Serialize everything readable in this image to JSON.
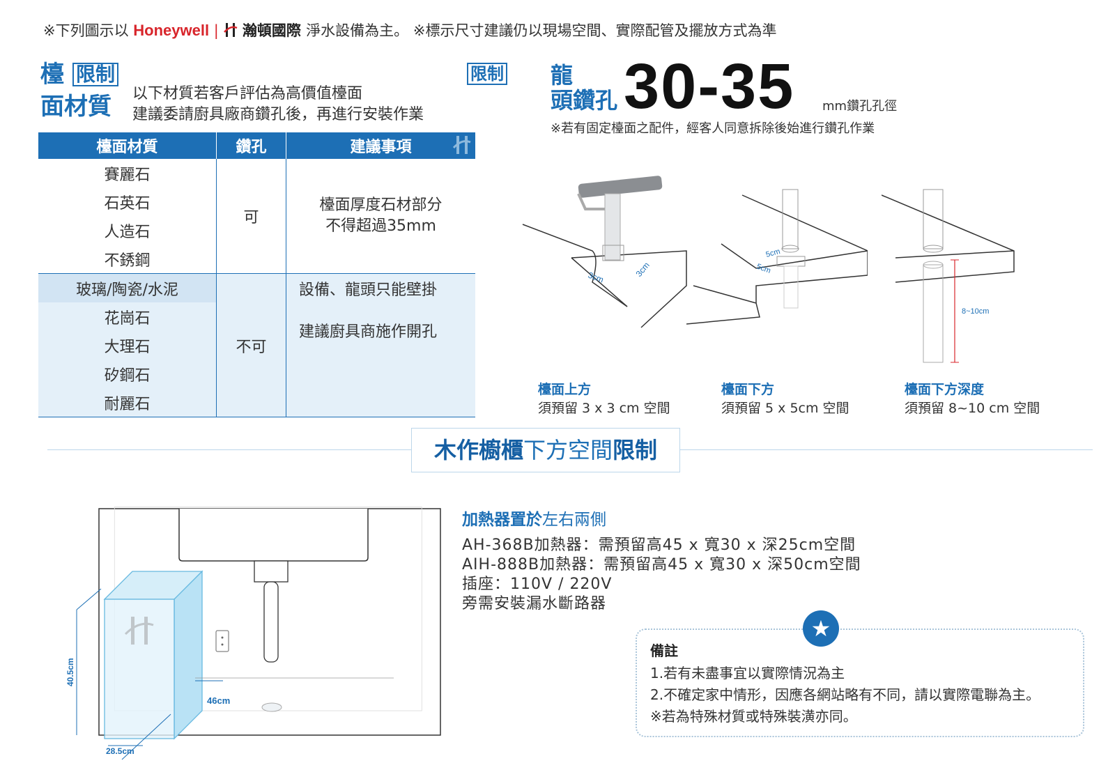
{
  "header": {
    "prefix": "※下列圖示以",
    "brand_honeywell": "Honeywell",
    "brand_hd": "瀚頓國際",
    "suffix": "淨水設備為主。 ※標示尺寸建議仍以現場空間、實際配管及擺放方式為準"
  },
  "counter": {
    "title_char1": "檯",
    "title_badge": "限制",
    "title_line2": "面材質",
    "desc_line1": "以下材質若客戶評估為高價值檯面",
    "desc_line2": "建議委請廚具廠商鑽孔後，再進行安裝作業",
    "right_badge": "限制",
    "table": {
      "headers": [
        "檯面材質",
        "鑽孔",
        "建議事項"
      ],
      "group_yes": {
        "materials": [
          "賽麗石",
          "石英石",
          "人造石",
          "不銹鋼"
        ],
        "drill": "可",
        "advice_line1": "檯面厚度石材部分",
        "advice_line2": "不得超過35mm"
      },
      "group_no": {
        "materials": [
          "玻璃/陶瓷/水泥",
          "花崗石",
          "大理石",
          "矽鋼石",
          "耐麗石"
        ],
        "drill": "不可",
        "advice_a": "設備、龍頭只能壁掛",
        "advice_b": "建議廚具商施作開孔"
      }
    }
  },
  "faucet": {
    "char1": "龍",
    "char2": "頭鑽孔",
    "range": "30-35",
    "unit": "mm鑽孔孔徑",
    "note": "※若有固定檯面之配件，經客人同意拆除後始進行鑽孔作業",
    "dim_3cm": "3cm",
    "dim_5cm": "5cm",
    "dim_depth": "8~10cm",
    "captions": [
      {
        "title": "檯面上方",
        "sub": "須預留 3 x 3 cm 空間"
      },
      {
        "title": "檯面下方",
        "sub": "須預留 5 x 5cm 空間"
      },
      {
        "title": "檯面下方深度",
        "sub": "須預留 8~10 cm 空間"
      }
    ]
  },
  "cabinet": {
    "banner_part1": "木作櫥櫃",
    "banner_part2": "下方空間",
    "banner_part3": "限制",
    "dim_height": "40.5cm",
    "dim_depth": "46cm",
    "dim_width": "28.5cm",
    "heater_title_bold": "加熱器置於",
    "heater_title_light": "左右兩側",
    "specs": [
      "AH-368B加熱器：需預留高45 x 寬30 x 深25cm空間",
      "AIH-888B加熱器：需預留高45 x 寬30 x 深50cm空間",
      "插座：110V / 220V",
      "旁需安裝漏水斷路器"
    ]
  },
  "notes": {
    "title": "備註",
    "lines": [
      "1.若有未盡事宜以實際情況為主",
      "2.不確定家中情形，因應各網站略有不同，請以實際電聯為主。",
      "※若為特殊材質或特殊裝潢亦同。"
    ]
  },
  "colors": {
    "brand_blue": "#1d6fb5",
    "honeywell_red": "#d8252b",
    "table_tint": "#e4f0f9"
  }
}
